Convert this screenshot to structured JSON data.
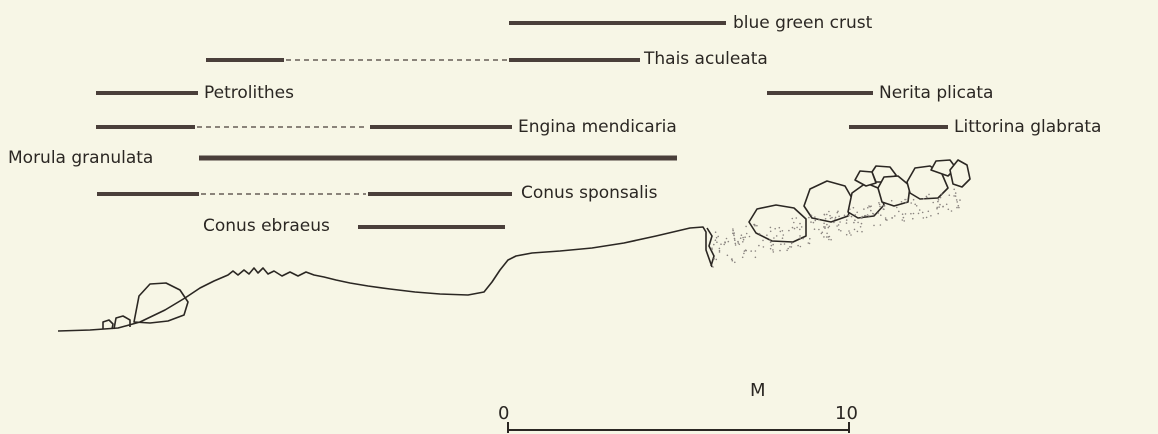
{
  "species_zones": [
    {
      "name": "blue green crust"
    },
    {
      "name": "Thais aculeata"
    },
    {
      "name": "Petrolithes"
    },
    {
      "name": "Nerita plicata"
    },
    {
      "name": "Engina mendicaria"
    },
    {
      "name": "Littorina glabrata"
    },
    {
      "name": "Morula granulata"
    },
    {
      "name": "Conus sponsalis"
    },
    {
      "name": "Conus ebraeus"
    }
  ],
  "scale_bar": {
    "unit": "M",
    "start_label": "0",
    "end_label": "10"
  },
  "colors": {
    "background": "#f7f6e6",
    "ink": "#2b2723",
    "bar": "#4a3f3a",
    "stipple": "#8a8480"
  }
}
